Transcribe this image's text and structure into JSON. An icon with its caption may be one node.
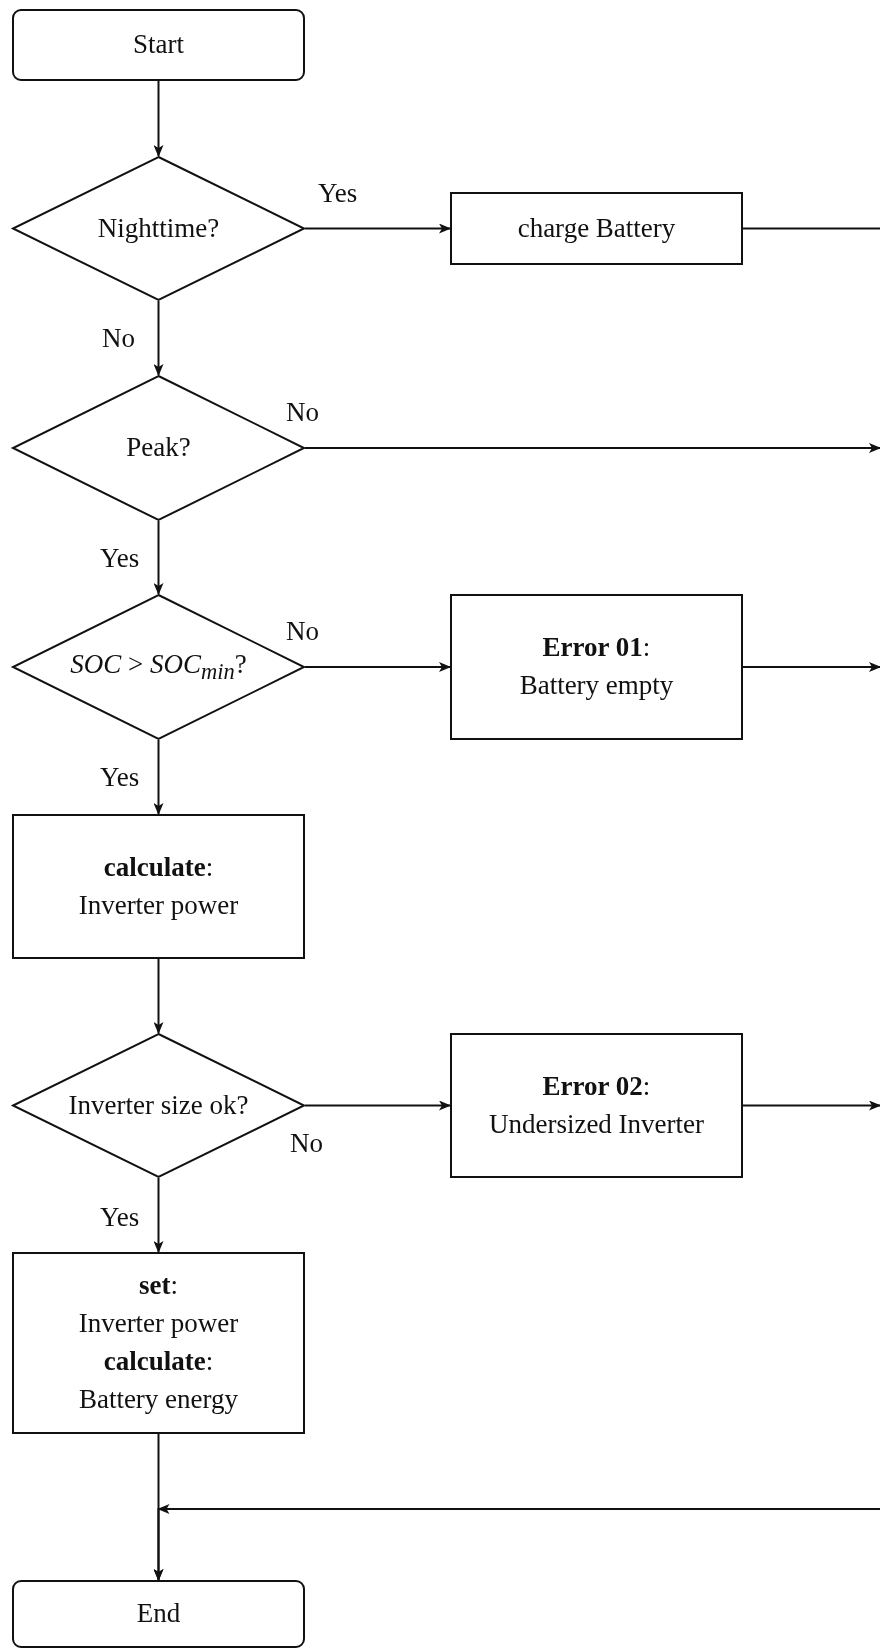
{
  "diagram": {
    "nodes": [
      {
        "text": [
          "Start"
        ]
      },
      {
        "text": [
          "Nighttime?"
        ]
      },
      {
        "text": [
          "charge Battery"
        ]
      },
      {
        "text": [
          "Peak?"
        ]
      },
      {
        "text": [
          "*SOC* > *SOC*$_{min}$?"
        ]
      },
      {
        "text": [
          "**Error 01**:",
          "Battery empty"
        ]
      },
      {
        "text": [
          "**calculate**:",
          "Inverter power"
        ]
      },
      {
        "text": [
          "Inverter size ok?"
        ]
      },
      {
        "text": [
          "**Error 02**:",
          "Undersized Inverter"
        ]
      },
      {
        "text": [
          "**set**:",
          "Inverter power",
          "**calculate**:",
          "Battery energy"
        ]
      },
      {
        "text": [
          "End"
        ]
      }
    ],
    "edges": [
      {
        "from": 0,
        "to": 1,
        "arrow": "to"
      },
      {
        "from": 1,
        "to": 2,
        "arrow": "to",
        "label": "Yes"
      },
      {
        "from": 2,
        "to": null,
        "arrow": "none"
      },
      {
        "from": 1,
        "to": 3,
        "arrow": "to",
        "label": "No"
      },
      {
        "from": 3,
        "to": null,
        "arrow": "to",
        "label": "No"
      },
      {
        "from": 3,
        "to": 4,
        "arrow": "to",
        "label": "Yes"
      },
      {
        "from": 4,
        "to": 5,
        "arrow": "to",
        "label": "No"
      },
      {
        "from": 5,
        "to": null,
        "arrow": "to"
      },
      {
        "from": 4,
        "to": 6,
        "arrow": "to",
        "label": "Yes"
      },
      {
        "from": 6,
        "to": 7,
        "arrow": "to"
      },
      {
        "from": 7,
        "to": 8,
        "arrow": "to",
        "label": "No"
      },
      {
        "from": 8,
        "to": null,
        "arrow": "to"
      },
      {
        "from": 7,
        "to": 9,
        "arrow": "to",
        "label": "Yes"
      },
      {
        "from": 9,
        "to": 10,
        "arrow": "to"
      },
      {
        "from": null,
        "to": 10,
        "arrow": "to"
      }
    ]
  }
}
